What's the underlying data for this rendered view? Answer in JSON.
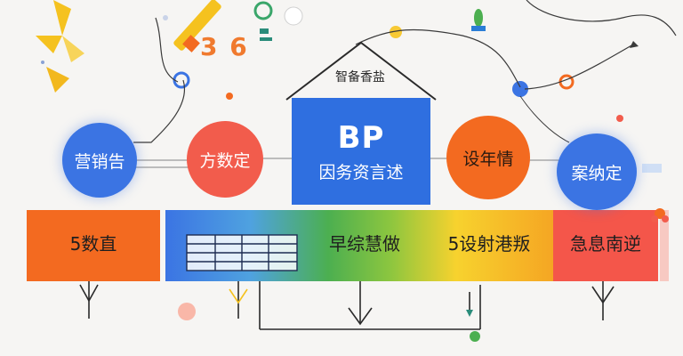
{
  "roof_label": "智备香盐",
  "circles": {
    "left_blue": "营销告",
    "left_red": "方数定",
    "right_orange": "设年情",
    "right_blue": "案纳定"
  },
  "center_box": {
    "title": "BP",
    "subtitle": "因务资言述"
  },
  "band": {
    "orange": "5数直",
    "green": "早综慧做",
    "yellow": "5设射港叛",
    "red": "急息南逆"
  },
  "deco_numerals": "3 6",
  "colors": {
    "blue": "#3b74e3",
    "red": "#f25c4c",
    "orange": "#f36a20",
    "green": "#4caf50",
    "yellow": "#f7d22e",
    "teal": "#2a8c7a"
  }
}
